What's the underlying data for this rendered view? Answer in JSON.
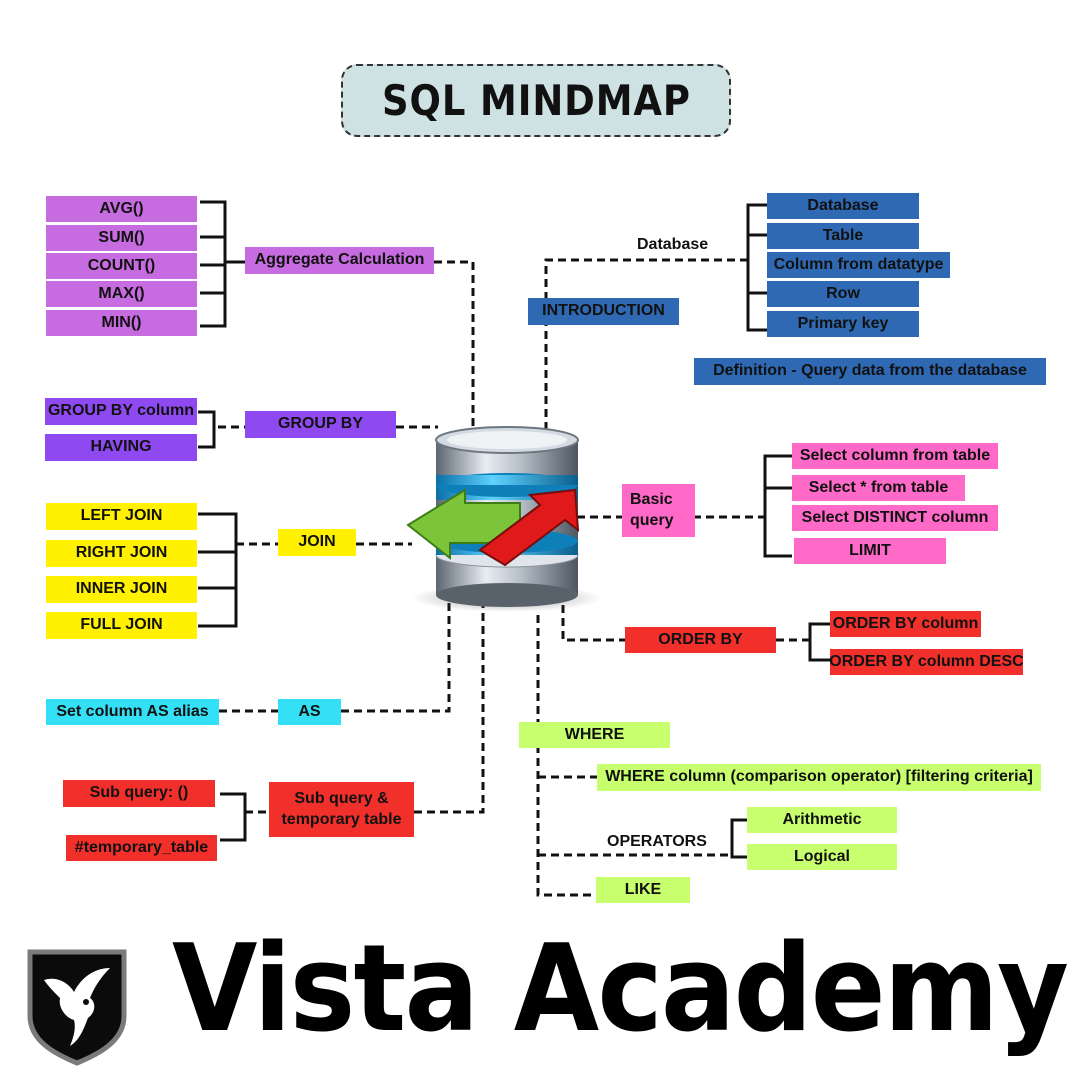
{
  "title": "SQL MINDMAP",
  "colors": {
    "purple_light": "#c76be0",
    "purple": "#8e4af0",
    "yellow": "#fff100",
    "cyan": "#33e0f5",
    "red": "#f2302b",
    "blue": "#2f69b3",
    "pink": "#ff69c8",
    "green": "#c8ff6e"
  },
  "aggregate": {
    "label": "Aggregate Calculation",
    "items": [
      "AVG()",
      "SUM()",
      "COUNT()",
      "MAX()",
      "MIN()"
    ]
  },
  "group_by": {
    "label": "GROUP BY",
    "items": [
      "GROUP BY column",
      "HAVING"
    ]
  },
  "join": {
    "label": "JOIN",
    "items": [
      "LEFT JOIN",
      "RIGHT JOIN",
      "INNER JOIN",
      "FULL JOIN"
    ]
  },
  "as": {
    "label": "AS",
    "item": "Set column AS alias"
  },
  "subquery": {
    "label": "Sub query & temporary table",
    "items": [
      "Sub query: ()",
      "#temporary_table"
    ]
  },
  "introduction": {
    "label": "INTRODUCTION",
    "branch_label": "Database",
    "items": [
      "Database",
      "Table",
      "Column from datatype",
      "Row",
      "Primary key"
    ],
    "definition": "Definition - Query data from the database"
  },
  "basic_query": {
    "label": "Basic query",
    "items": [
      "Select column from table",
      "Select * from table",
      "Select DISTINCT column",
      "LIMIT"
    ]
  },
  "order_by": {
    "label": "ORDER BY",
    "items": [
      "ORDER BY column",
      "ORDER BY column DESC"
    ]
  },
  "where": {
    "label": "WHERE",
    "syntax": "WHERE column (comparison operator) [filtering criteria]",
    "operators_label": "OPERATORS",
    "operators": [
      "Arithmetic",
      "Logical"
    ],
    "like": "LIKE"
  },
  "brand": {
    "name": "Vista Academy",
    "logo_icon": "hummingbird-shield-icon"
  }
}
